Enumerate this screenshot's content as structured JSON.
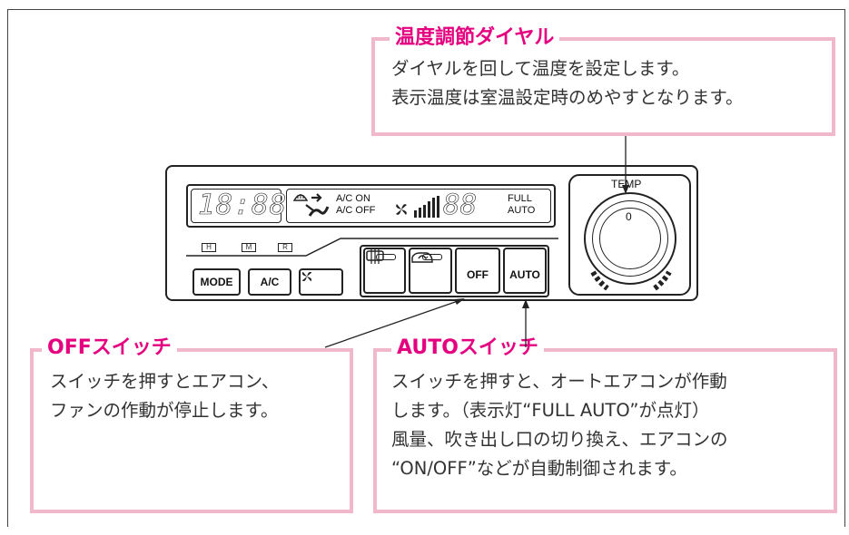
{
  "callouts": {
    "temp": {
      "title": "温度調節ダイヤル",
      "lines": [
        "ダイヤルを回して温度を設定します。",
        "表示温度は室温設定時のめやすとなります。"
      ]
    },
    "off": {
      "title": "OFFスイッチ",
      "lines": [
        "スイッチを押すとエアコン、",
        "ファンの作動が停止します。"
      ]
    },
    "auto": {
      "title": "AUTOスイッチ",
      "lines": [
        "スイッチを押すと、オートエアコンが作動",
        "します。（表示灯“FULL AUTO”が点灯）",
        "風量、吹き出し口の切り換え、エアコンの",
        "“ON/OFF”などが自動制御されます。"
      ]
    }
  },
  "panel": {
    "clock": "18:88",
    "ac_on": "A/C ON",
    "ac_off": "A/C OFF",
    "temp_digits": "88",
    "full": "FULL",
    "auto_ind": "AUTO",
    "indicators": [
      "H",
      "M",
      "R"
    ],
    "buttons": {
      "mode": "MODE",
      "ac": "A/C",
      "off": "OFF",
      "auto": "AUTO"
    },
    "dial_label": "TEMP",
    "dial_zero": "0"
  },
  "colors": {
    "accent": "#e5007f",
    "callout_border": "#f1b8cc"
  },
  "icons": [
    "fan-icon",
    "rear-defrost-icon",
    "recirculation-icon",
    "defrost-icon",
    "airflow-icon"
  ]
}
